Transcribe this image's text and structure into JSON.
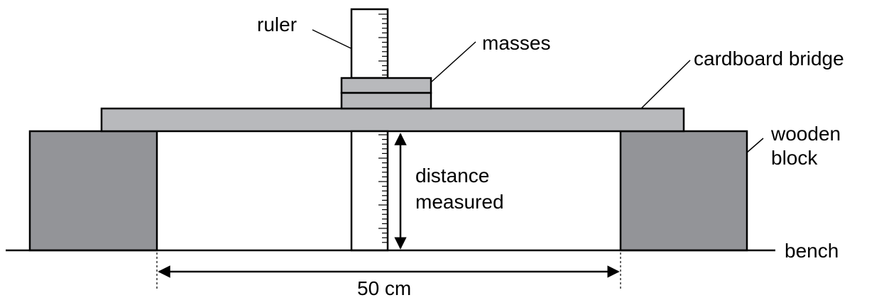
{
  "labels": {
    "ruler": "ruler",
    "masses": "masses",
    "cardboard_bridge": "cardboard bridge",
    "wooden_block_line1": "wooden",
    "wooden_block_line2": "block",
    "distance_line1": "distance",
    "distance_line2": "measured",
    "bench": "bench",
    "span": "50 cm"
  },
  "colors": {
    "bridge": "#b8b9bc",
    "masses": "#b8b9bc",
    "block": "#939498",
    "line": "#000000"
  }
}
